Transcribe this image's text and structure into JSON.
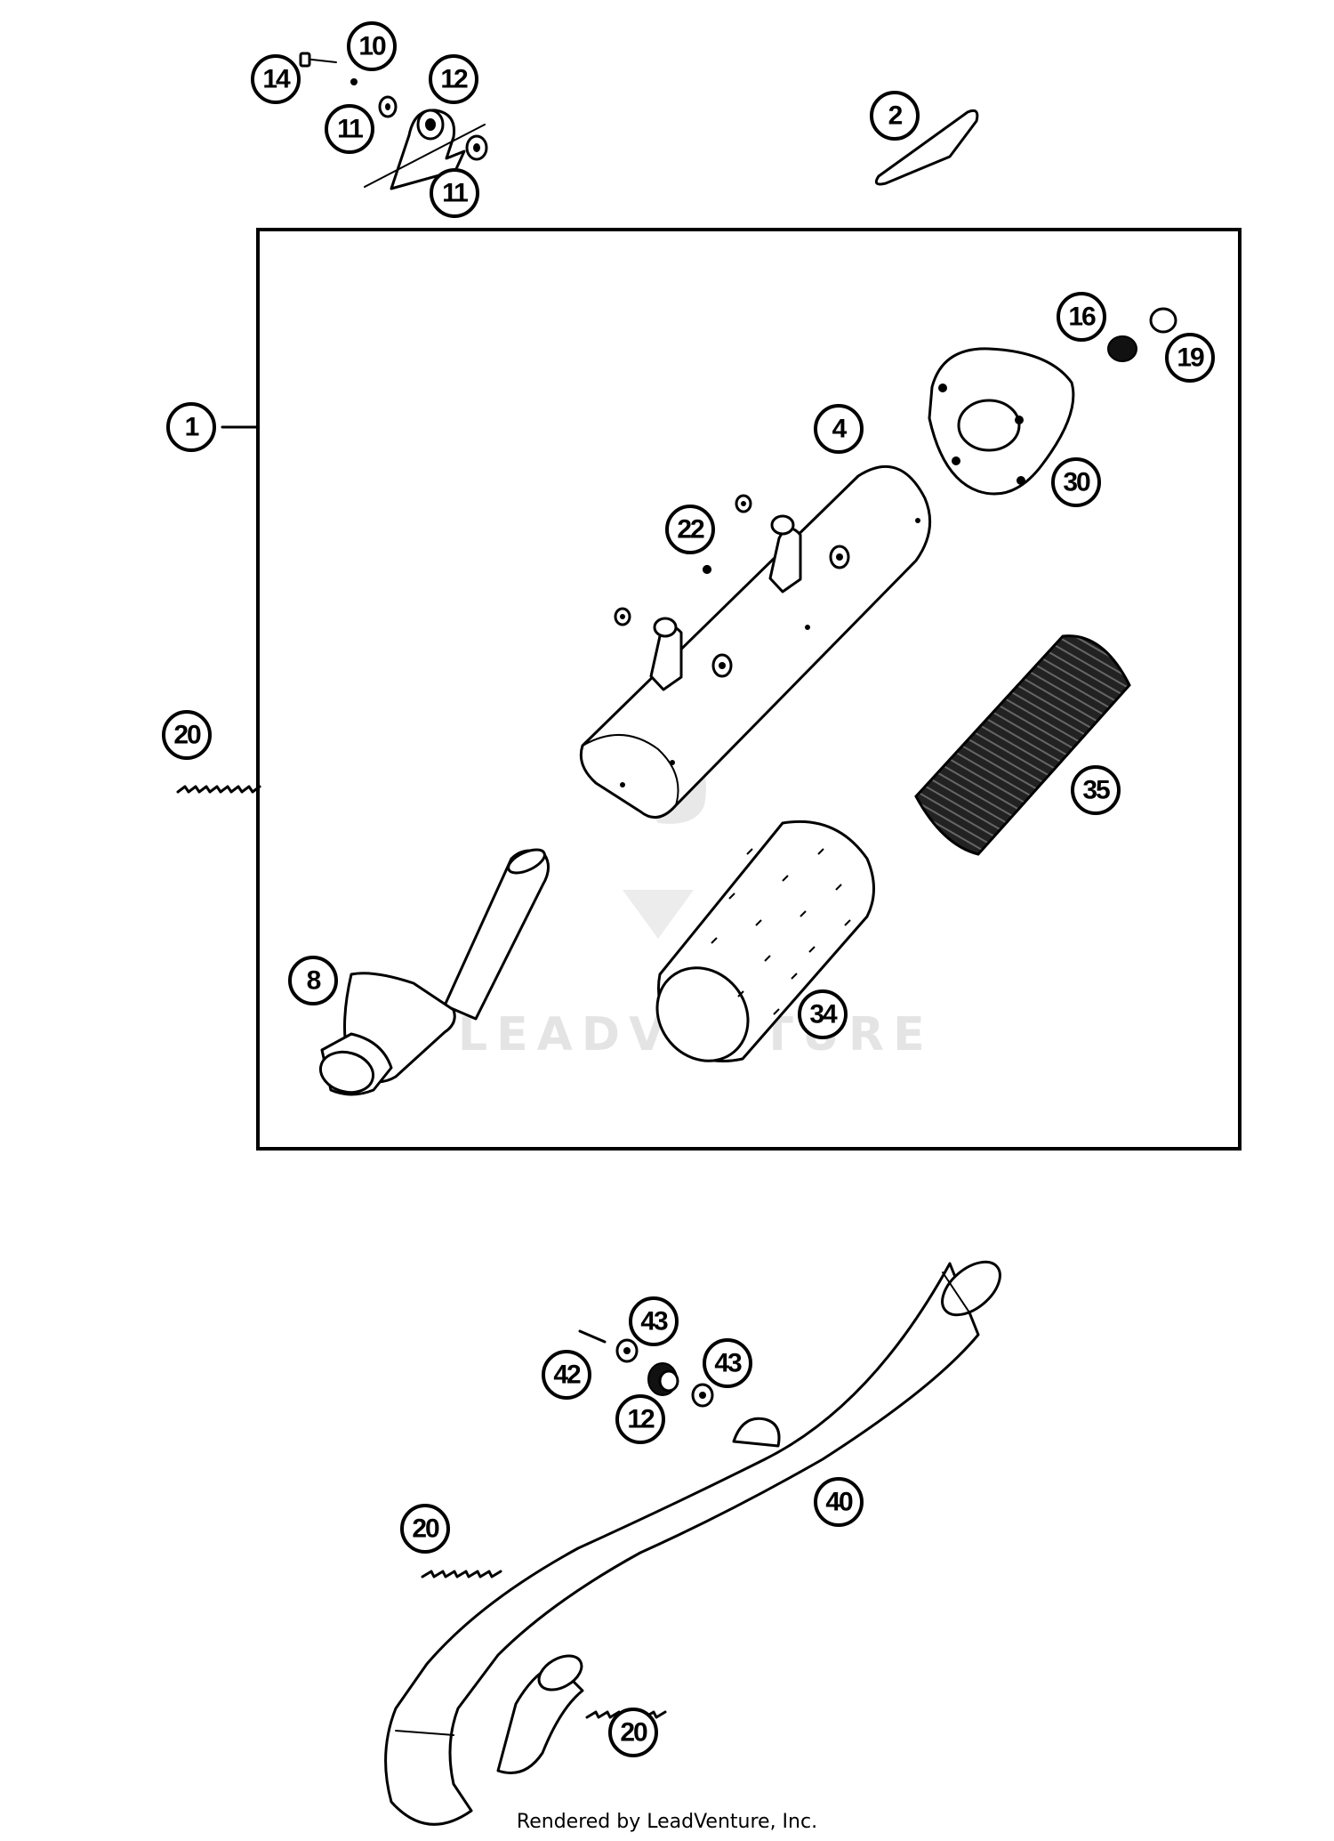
{
  "footer": {
    "text": "Rendered by LeadVenture, Inc."
  },
  "watermark": {
    "text": "LEADVENTURE",
    "color": "#e4e4e4"
  },
  "callouts": [
    {
      "id": "c14a",
      "label": "14"
    },
    {
      "id": "c10",
      "label": "10"
    },
    {
      "id": "c12a",
      "label": "12"
    },
    {
      "id": "c11a",
      "label": "11"
    },
    {
      "id": "c11b",
      "label": "11"
    },
    {
      "id": "c2",
      "label": "2"
    },
    {
      "id": "c1",
      "label": "1"
    },
    {
      "id": "c16",
      "label": "16"
    },
    {
      "id": "c19",
      "label": "19"
    },
    {
      "id": "c4",
      "label": "4"
    },
    {
      "id": "c30",
      "label": "30"
    },
    {
      "id": "c22",
      "label": "22"
    },
    {
      "id": "c20a",
      "label": "20"
    },
    {
      "id": "c35",
      "label": "35"
    },
    {
      "id": "c8",
      "label": "8"
    },
    {
      "id": "c34",
      "label": "34"
    },
    {
      "id": "c43a",
      "label": "43"
    },
    {
      "id": "c42",
      "label": "42"
    },
    {
      "id": "c43b",
      "label": "43"
    },
    {
      "id": "c12b",
      "label": "12"
    },
    {
      "id": "c40",
      "label": "40"
    },
    {
      "id": "c20b",
      "label": "20"
    },
    {
      "id": "c20c",
      "label": "20"
    }
  ]
}
